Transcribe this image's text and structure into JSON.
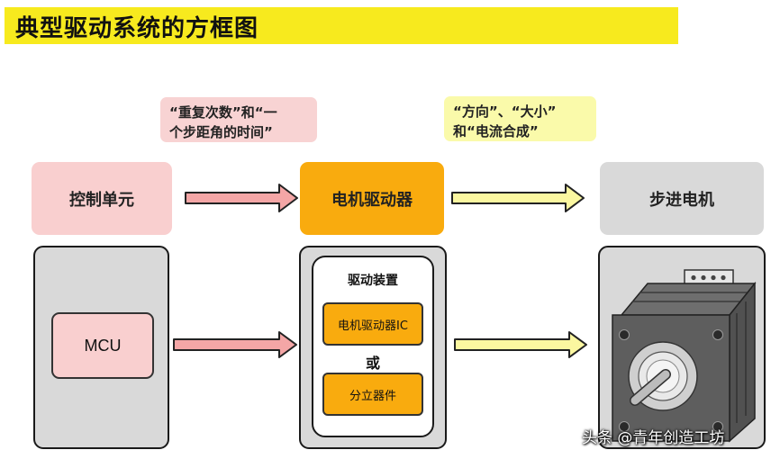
{
  "title": "典型驱动系统的方框图",
  "notes": {
    "control_signal": [
      "“重复次数”和“一",
      "个步距角的时间”"
    ],
    "drive_signal": [
      "“方向”、“大小”",
      "和“电流合成”"
    ]
  },
  "headers": {
    "control_unit": "控制单元",
    "motor_driver": "电机驱动器",
    "stepper_motor": "步进电机"
  },
  "left_panel": {
    "mcu_label": "MCU"
  },
  "middle_panel": {
    "title": "驱动装置",
    "option_ic": "电机驱动器IC",
    "or_label": "或",
    "option_discrete": "分立器件"
  },
  "right_panel": {
    "image": "stepper-motor-illustration"
  },
  "watermark": "头条 @青年创造工坊",
  "colors": {
    "title_bar": "#f7ea1e",
    "control_pink": "#f9cfcf",
    "driver_orange": "#f9ab0e",
    "motor_gray": "#d9d9d9",
    "pink_arrow": "#f4a6a6",
    "yellow_arrow": "#fbf7a0"
  },
  "icons": {
    "pink_arrows": "arrow-right-icon",
    "yellow_arrows": "arrow-right-icon"
  }
}
